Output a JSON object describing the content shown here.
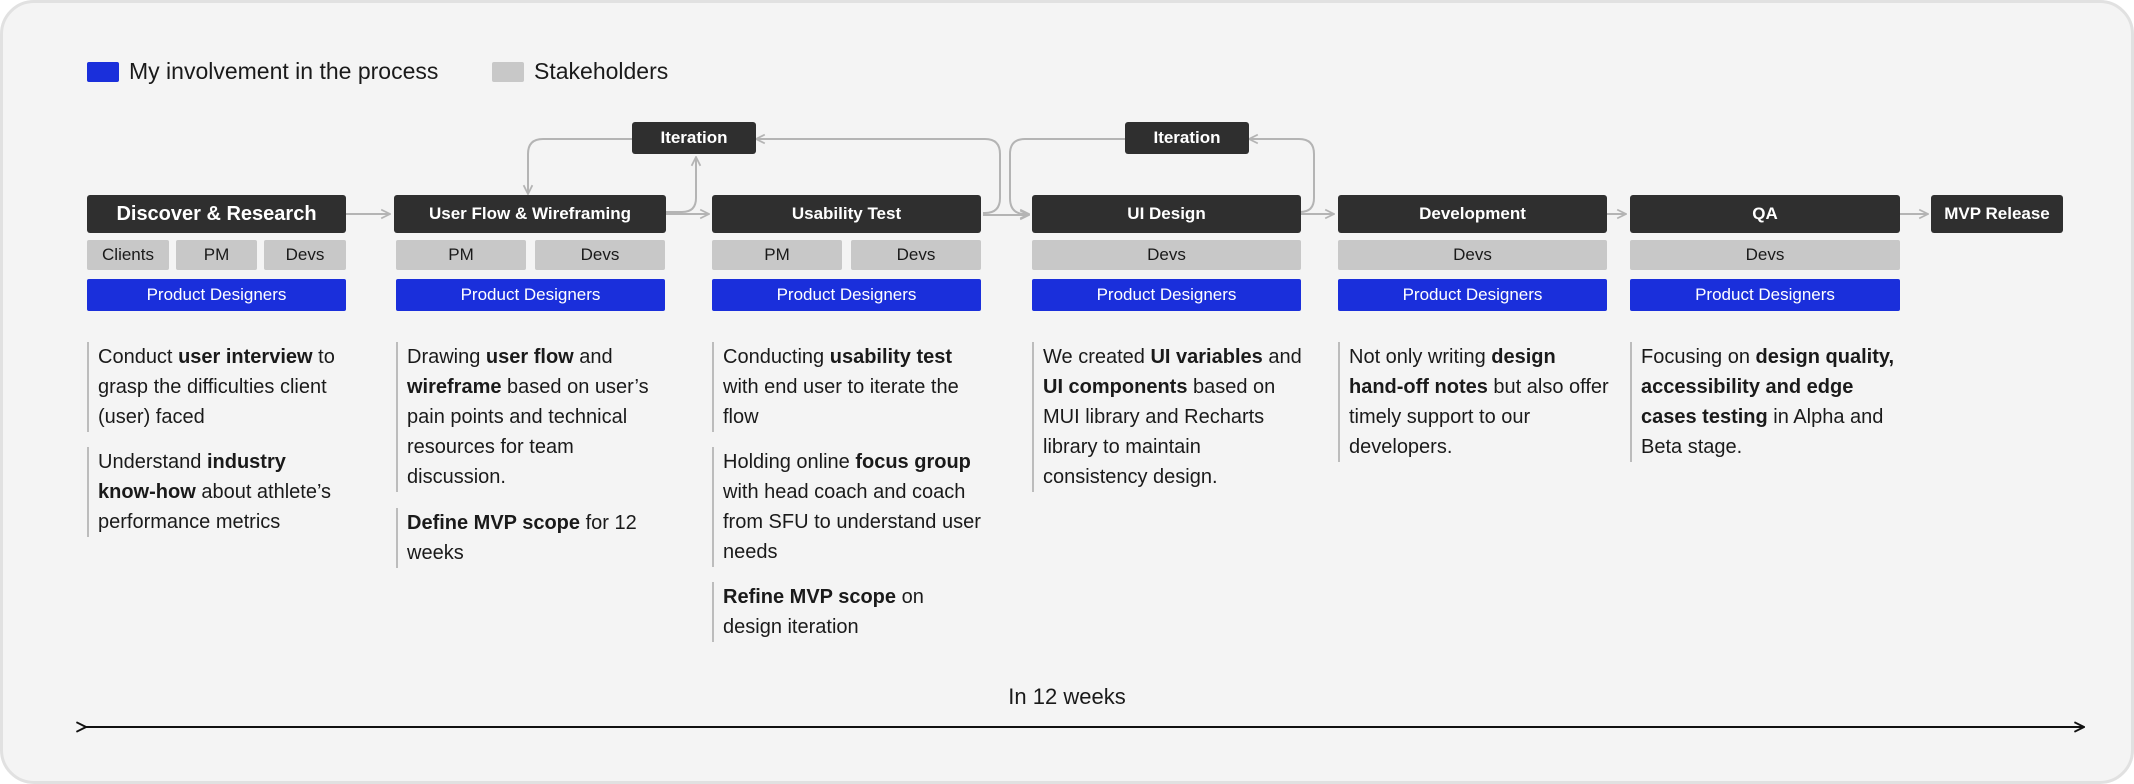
{
  "legend": {
    "involvement_label": "My involvement in the process",
    "stakeholders_label": "Stakeholders",
    "involvement_color": "#1a2fdb",
    "stakeholders_color": "#c8c8c8"
  },
  "iteration_labels": [
    "Iteration",
    "Iteration"
  ],
  "stages": [
    {
      "title": "Discover & Research",
      "stakeholders": [
        "Clients",
        "PM",
        "Devs"
      ],
      "involvement": "Product Designers",
      "notes": [
        [
          {
            "t": "Conduct "
          },
          {
            "t": "user interview",
            "b": true
          },
          {
            "t": " to grasp the difficulties client (user) faced"
          }
        ],
        [
          {
            "t": "Understand "
          },
          {
            "t": "industry know-how",
            "b": true
          },
          {
            "t": " about athlete’s performance metrics"
          }
        ]
      ]
    },
    {
      "title": "User Flow & Wireframing",
      "stakeholders": [
        "PM",
        "Devs"
      ],
      "involvement": "Product Designers",
      "notes": [
        [
          {
            "t": "Drawing "
          },
          {
            "t": "user flow",
            "b": true
          },
          {
            "t": " and "
          },
          {
            "t": "wireframe",
            "b": true
          },
          {
            "t": " based on user’s pain points and technical resources for team discussion."
          }
        ],
        [
          {
            "t": "Define MVP scope",
            "b": true
          },
          {
            "t": " for 12 weeks"
          }
        ]
      ]
    },
    {
      "title": "Usability Test",
      "stakeholders": [
        "PM",
        "Devs"
      ],
      "involvement": "Product Designers",
      "notes": [
        [
          {
            "t": "Conducting "
          },
          {
            "t": "usability test",
            "b": true
          },
          {
            "t": " with end user to iterate the flow"
          }
        ],
        [
          {
            "t": "Holding online "
          },
          {
            "t": "focus group",
            "b": true
          },
          {
            "t": " with head coach and coach from SFU to understand user needs"
          }
        ],
        [
          {
            "t": "Refine MVP scope",
            "b": true
          },
          {
            "t": " on design iteration"
          }
        ]
      ]
    },
    {
      "title": "UI Design",
      "stakeholders": [
        "Devs"
      ],
      "involvement": "Product Designers",
      "notes": [
        [
          {
            "t": "We created "
          },
          {
            "t": "UI variables",
            "b": true
          },
          {
            "t": " and "
          },
          {
            "t": "UI components",
            "b": true
          },
          {
            "t": " based on MUI library and Recharts library to maintain consistency design."
          }
        ]
      ]
    },
    {
      "title": "Development",
      "stakeholders": [
        "Devs"
      ],
      "involvement": "Product Designers",
      "notes": [
        [
          {
            "t": "Not only writing "
          },
          {
            "t": "design hand-off notes",
            "b": true
          },
          {
            "t": " but also offer timely support to our developers."
          }
        ]
      ]
    },
    {
      "title": "QA",
      "stakeholders": [
        "Devs"
      ],
      "involvement": "Product Designers",
      "notes": [
        [
          {
            "t": "Focusing on "
          },
          {
            "t": "design quality, accessibility and edge cases testing",
            "b": true
          },
          {
            "t": " in Alpha and Beta stage."
          }
        ]
      ]
    }
  ],
  "release": {
    "title": "MVP Release"
  },
  "timeline": {
    "label": "In 12 weeks"
  }
}
